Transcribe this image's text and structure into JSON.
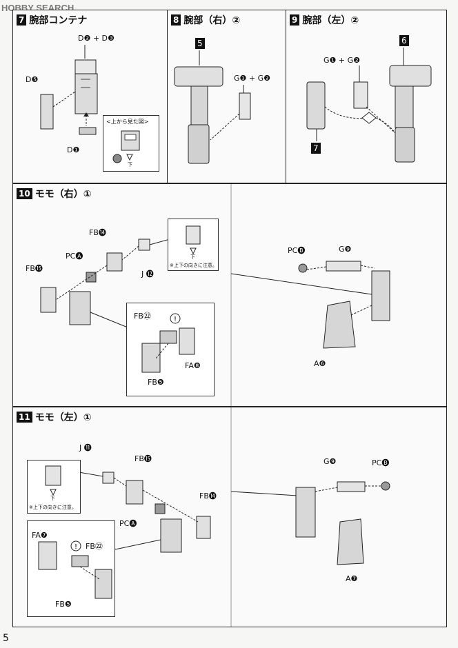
{
  "watermark": "HOBBY SEARCH",
  "page_number": "5",
  "steps": [
    {
      "num": "7",
      "title": "腕部コンテナ",
      "labels": {
        "top": "D❷ + D❸",
        "left": "D❺",
        "bottom": "D❶"
      },
      "inset_caption": "<上から見た図>",
      "inset_arrow": "下"
    },
    {
      "num": "8",
      "title": "腕部（右）②",
      "labels": {
        "part": "5",
        "parts": "G❶ + G❷"
      }
    },
    {
      "num": "9",
      "title": "腕部（左）②",
      "labels": {
        "parts": "G❶ + G❷",
        "part_top": "6",
        "part_bottom": "7"
      }
    },
    {
      "num": "10",
      "title": "モモ（右）①",
      "labels": {
        "fb14": "FB⓮",
        "pca": "PC🅐",
        "fb15": "FB⓯",
        "j12": "J ⓬",
        "fb22": "FB㉒",
        "fa8": "FA❽",
        "fb5": "FB❺",
        "pcb": "PC🅑",
        "g9": "G❾",
        "a6": "A❻"
      },
      "note": "※上下の向きに注意。",
      "inset_arrow": "下"
    },
    {
      "num": "11",
      "title": "モモ（左）①",
      "labels": {
        "j11": "J ⓫",
        "fb15": "FB⓯",
        "fb14": "FB⓮",
        "pca": "PC🅐",
        "fa7": "FA❼",
        "fb22": "FB㉒",
        "fb5": "FB❺",
        "g9": "G❾",
        "pcb": "PC🅑",
        "a7": "A❼"
      },
      "note": "※上下の向きに注意。",
      "inset_arrow": "下"
    }
  ]
}
